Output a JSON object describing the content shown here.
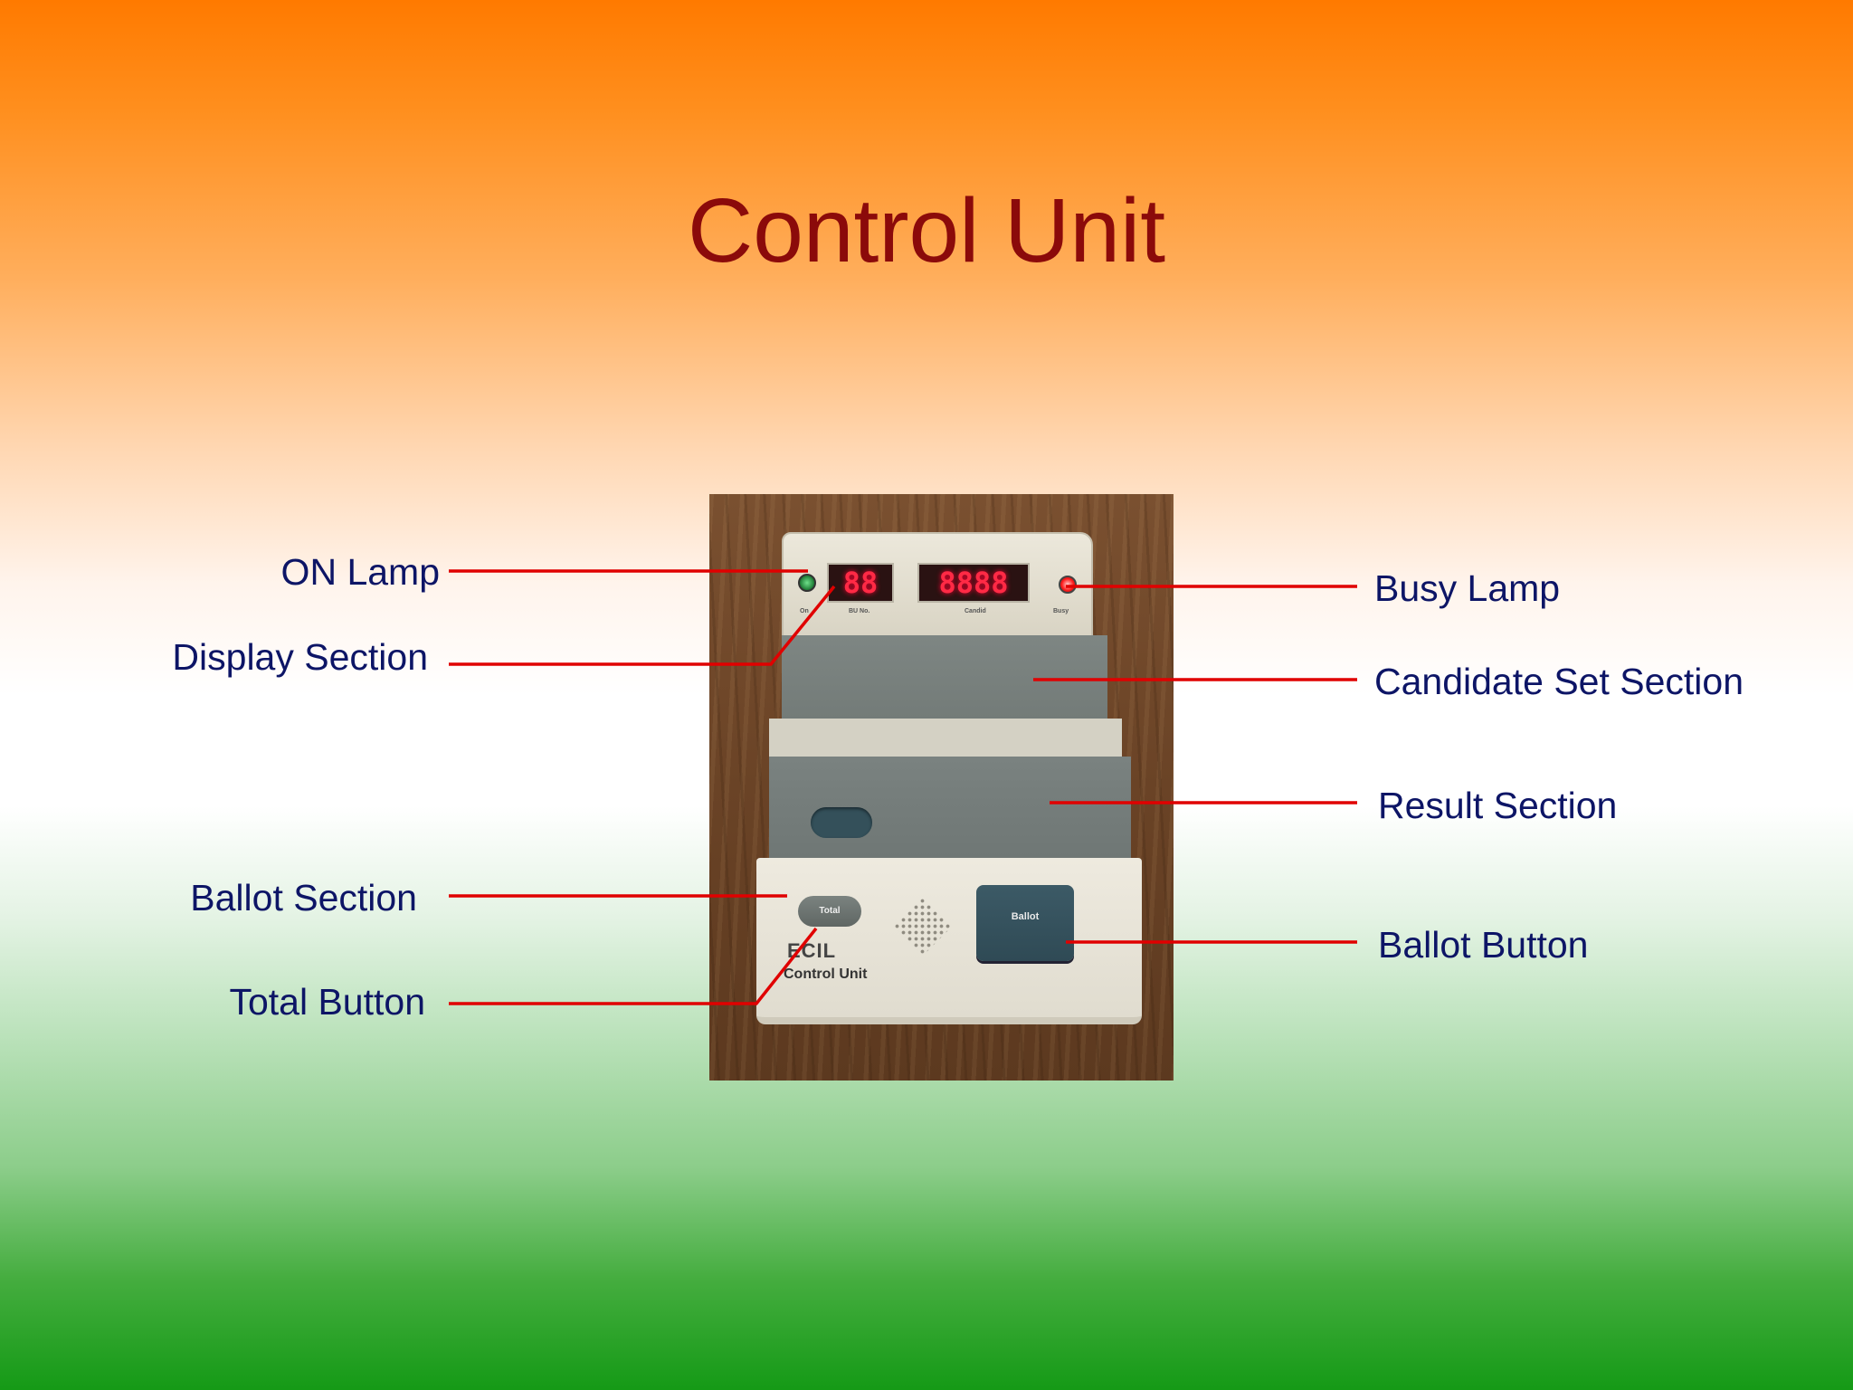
{
  "slide": {
    "title": "Control Unit",
    "background_colors": {
      "top": "#ff7a00",
      "middle": "#ffffff",
      "bottom": "#159a16"
    },
    "title_color": "#8b0a0a",
    "label_color": "#0d1566",
    "leader_color": "#e00000"
  },
  "labels": {
    "on_lamp": "ON Lamp",
    "display_section": "Display Section",
    "ballot_section": "Ballot Section",
    "total_button": "Total Button",
    "busy_lamp": "Busy Lamp",
    "candidate_set_section": "Candidate Set Section",
    "result_section": "Result Section",
    "ballot_button": "Ballot Button"
  },
  "device": {
    "display_left": "88",
    "display_right": "8888",
    "total_key": "Total",
    "ballot_key": "Ballot",
    "brand": "ECIL",
    "unit_name": "Control Unit",
    "panel_labels": [
      "On",
      "BU No.",
      "Candid",
      "Busy"
    ]
  }
}
